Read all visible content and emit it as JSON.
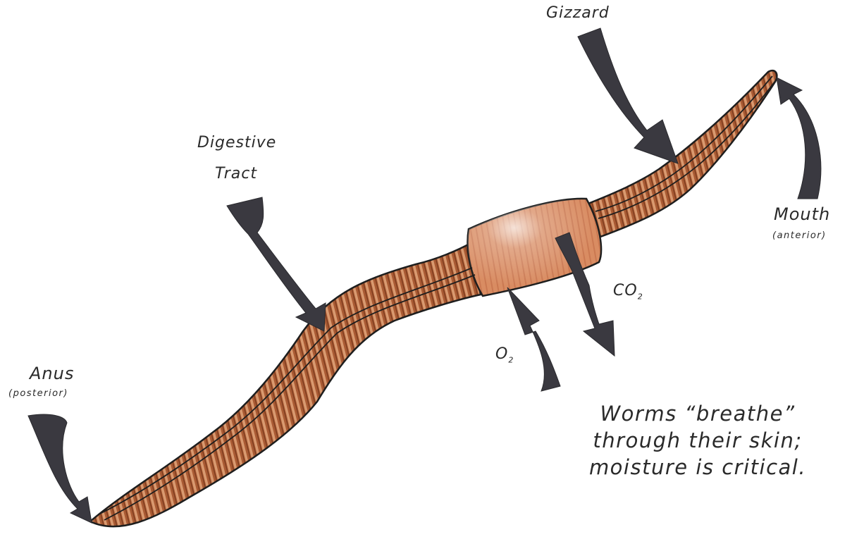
{
  "labels": {
    "gizzard": "Gizzard",
    "digestive_line1": "Digestive",
    "digestive_line2": "Tract",
    "mouth": "Mouth",
    "mouth_sub": "(anterior)",
    "anus": "Anus",
    "anus_sub": "(posterior)",
    "co2": "CO",
    "co2_subscript": "2",
    "o2": "O",
    "o2_subscript": "2"
  },
  "note": {
    "line1": "Worms “breathe”",
    "line2": "through their skin;",
    "line3": "moisture is critical."
  },
  "colors": {
    "body": "#b4653c",
    "body_dark": "#6e2e14",
    "segment": "#e0a276",
    "clitellum": "#d88b63",
    "arrow": "#3a3940",
    "outline": "#1e1e1e"
  }
}
